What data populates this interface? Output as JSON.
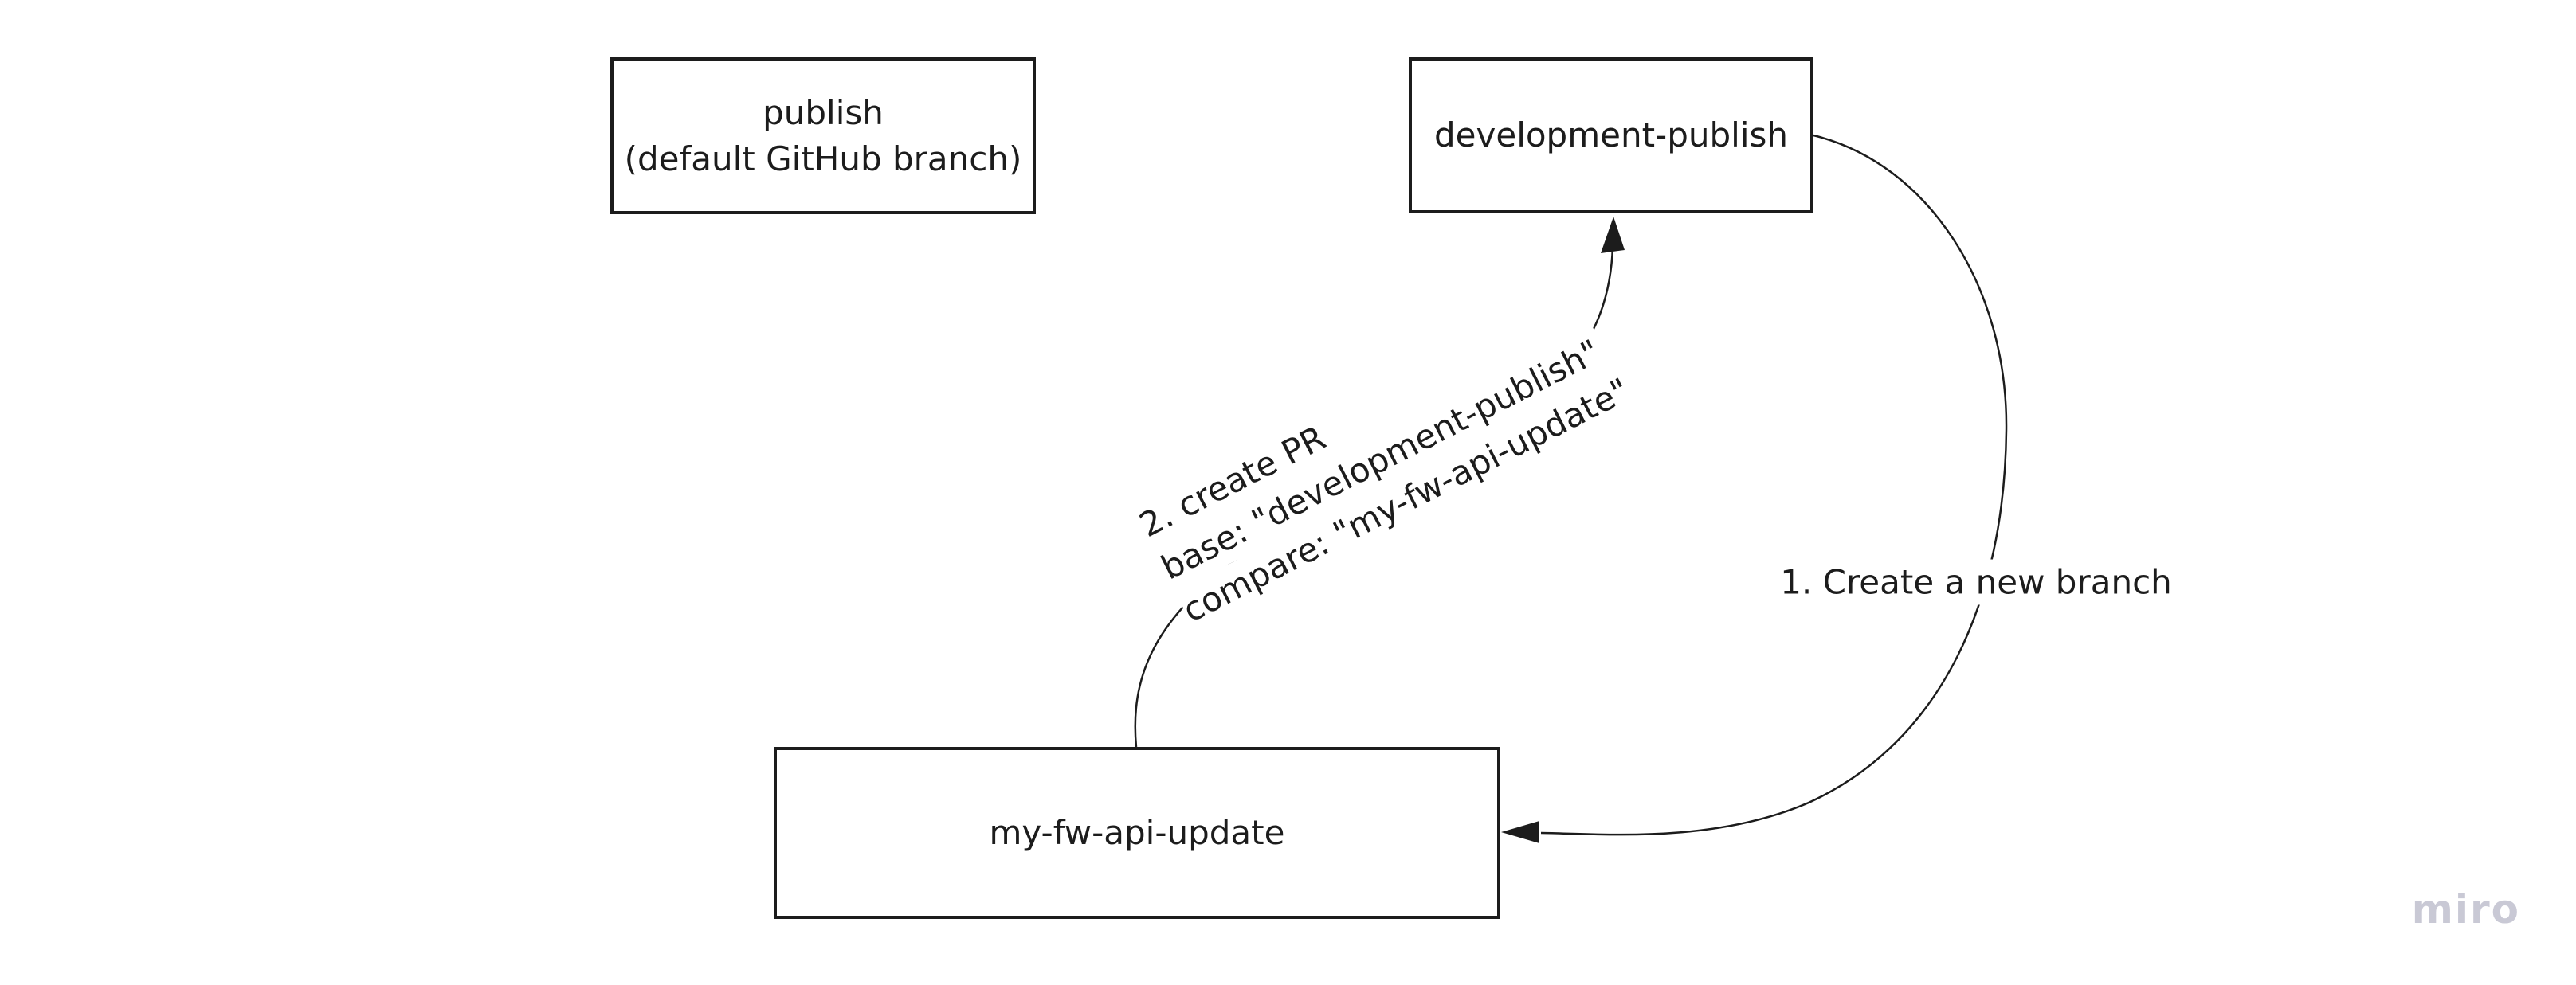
{
  "colors": {
    "ink": "#1c1c1c",
    "watermark": "#c9c9d5",
    "background": "#ffffff"
  },
  "nodes": {
    "publish": {
      "line1": "publish",
      "line2": "(default GitHub branch)"
    },
    "development_publish": {
      "label": "development-publish"
    },
    "my_fw_api_update": {
      "label": "my-fw-api-update"
    }
  },
  "edges": {
    "create_branch": {
      "label": "1. Create a new branch"
    },
    "create_pr": {
      "line1": "2. create PR",
      "line2": "base: \"development-publish\"",
      "line3": "compare: \"my-fw-api-update\""
    }
  },
  "watermark": {
    "label": "miro"
  }
}
